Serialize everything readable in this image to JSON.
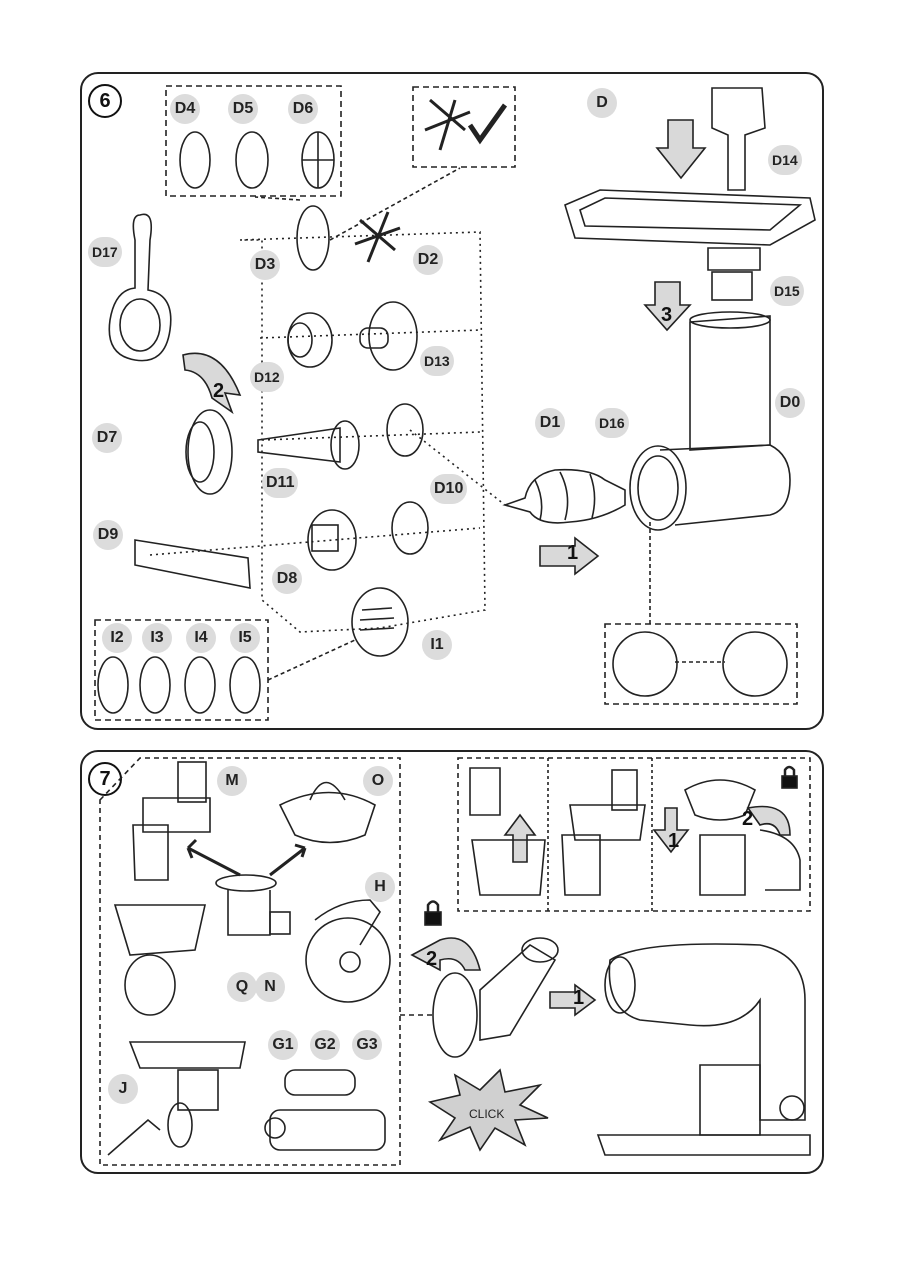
{
  "step6": {
    "badge": "6",
    "labels": {
      "D": "D",
      "D0": "D0",
      "D1": "D1",
      "D2": "D2",
      "D3": "D3",
      "D4": "D4",
      "D5": "D5",
      "D6": "D6",
      "D7": "D7",
      "D8": "D8",
      "D9": "D9",
      "D10": "D10",
      "D11": "D11",
      "D12": "D12",
      "D13": "D13",
      "D14": "D14",
      "D15": "D15",
      "D16": "D16",
      "D17": "D17",
      "I1": "I1",
      "I2": "I2",
      "I3": "I3",
      "I4": "I4",
      "I5": "I5"
    },
    "arrow_numbers": {
      "a1": "1",
      "a2": "2",
      "a3": "3"
    }
  },
  "step7": {
    "badge": "7",
    "labels": {
      "M": "M",
      "O": "O",
      "N": "N",
      "H": "H",
      "Q": "Q",
      "J": "J",
      "G1": "G1",
      "G2": "G2",
      "G3": "G3"
    },
    "arrow_numbers": {
      "b1": "1",
      "b2": "2",
      "c1": "1",
      "c2": "2"
    },
    "click_text": "CLICK"
  },
  "colors": {
    "line": "#222222",
    "label_bg": "#dcdcdc",
    "arrow_fill": "#d9d9d9"
  }
}
